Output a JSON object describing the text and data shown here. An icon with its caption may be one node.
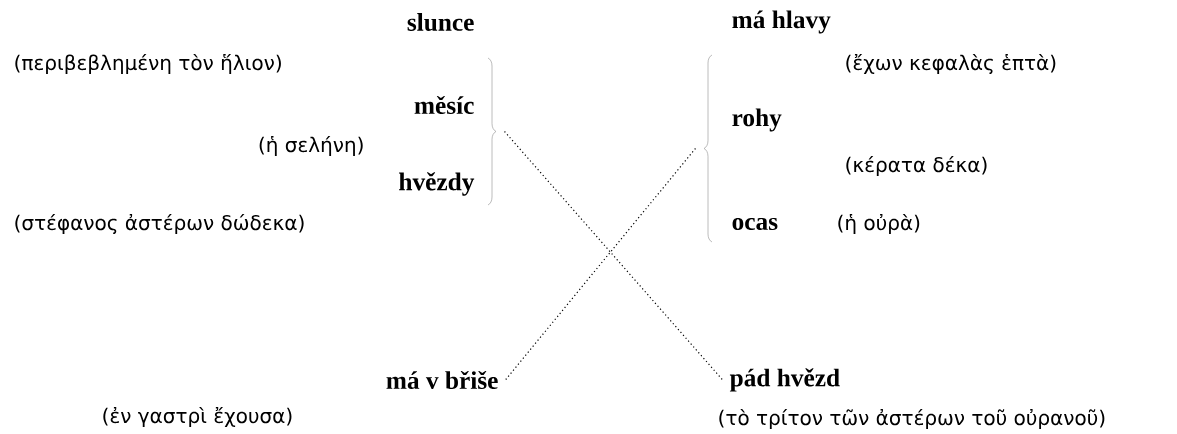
{
  "diagram": {
    "nodes": [
      {
        "text": [
          "slunce",
          "(περιβεβλημένη τὸν ἥλιον)"
        ]
      },
      {
        "text": [
          "měsíc",
          "(ἡ σελήνη)"
        ]
      },
      {
        "text": [
          "hvězdy",
          "(στέφανος ἀστέρων δώδεκα)"
        ]
      },
      {
        "text": [],
        "shape": "brace"
      },
      {
        "text": [
          "má hlavy",
          "(ἔχων κεφαλὰς ἑπτὰ)"
        ]
      },
      {
        "text": [
          "rohy",
          "(κέρατα δέκα)"
        ]
      },
      {
        "text": [
          "ocas",
          "(ἡ οὐρὰ)"
        ]
      },
      {
        "text": [],
        "shape": "brace"
      },
      {
        "text": [
          "má v břiše",
          "(ἐν γαστρὶ ἔχουσα)"
        ]
      },
      {
        "text": [
          "pád hvězd",
          "(τὸ τρίτον τῶν ἀστέρων τοῦ οὐρανοῦ)"
        ]
      }
    ],
    "edges": [
      {
        "from": 3,
        "to": 9,
        "arrow": "none",
        "style": "dashed"
      },
      {
        "from": 7,
        "to": 8,
        "arrow": "none",
        "style": "dashed"
      }
    ]
  }
}
